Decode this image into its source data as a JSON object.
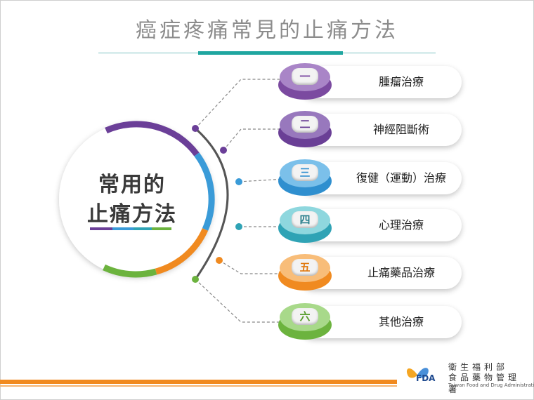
{
  "title": "癌症疼痛常見的止痛方法",
  "center": {
    "line1": "常用的",
    "line2": "止痛方法"
  },
  "items": [
    {
      "num": "一",
      "label": "腫瘤治療",
      "color": "#7b4aa0",
      "light": "#a985c7"
    },
    {
      "num": "二",
      "label": "神經阻斷術",
      "color": "#6a3f96",
      "light": "#9878bd"
    },
    {
      "num": "三",
      "label": "復健（運動）治療",
      "color": "#2f8fcf",
      "light": "#7bc0ea"
    },
    {
      "num": "四",
      "label": "心理治療",
      "color": "#2fa3b5",
      "light": "#8ed7de"
    },
    {
      "num": "五",
      "label": "止痛藥品治療",
      "color": "#f08a20",
      "light": "#f8bd79"
    },
    {
      "num": "六",
      "label": "其他治療",
      "color": "#6cb33e",
      "light": "#a8d98a"
    }
  ],
  "logo": {
    "mark": "FDA",
    "ministry": "衛生福利部",
    "agency": "食品藥物管理署",
    "english": "Taiwan Food and Drug Administration"
  },
  "colors": {
    "title": "#8c8c8c",
    "accent_teal": "#1fa6a0",
    "ring_purple": "#6b3f98",
    "ring_blue": "#3a9bd8",
    "ring_orange": "#f08a20",
    "ring_green": "#6cb33e",
    "spine": "#555555",
    "bottom_bar": "#f18a1f"
  }
}
